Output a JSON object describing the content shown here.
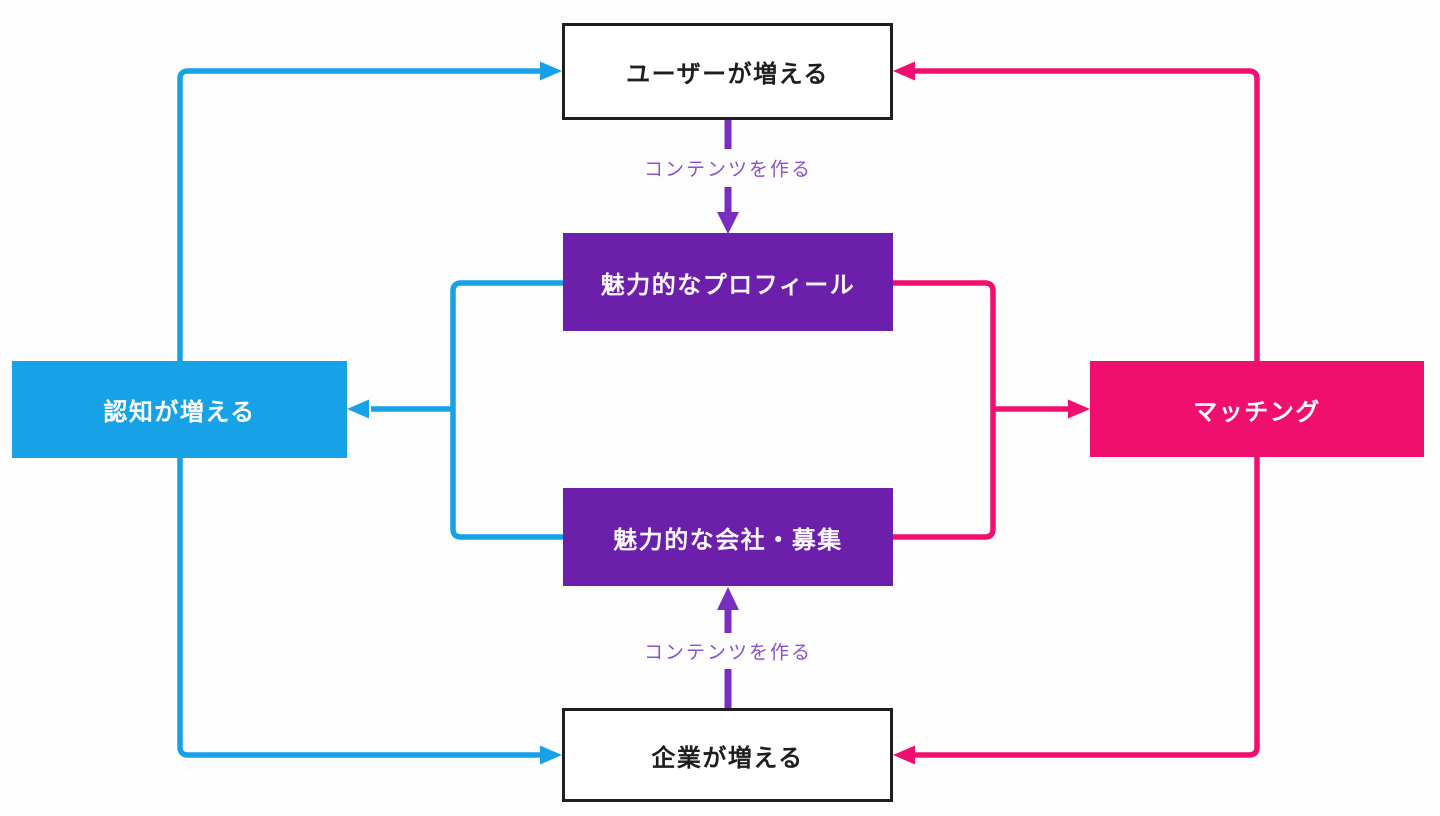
{
  "diagram": {
    "nodes": {
      "users": {
        "label": "ユーザーが増える"
      },
      "profile": {
        "label": "魅力的なプロフィール"
      },
      "awareness": {
        "label": "認知が増える"
      },
      "matching": {
        "label": "マッチング"
      },
      "company": {
        "label": "魅力的な会社・募集"
      },
      "companies": {
        "label": "企業が増える"
      }
    },
    "edge_labels": {
      "create_content_top": "コンテンツを作る",
      "create_content_bottom": "コンテンツを作る"
    },
    "edges": [
      {
        "from": "awareness",
        "to": "users",
        "color": "blue"
      },
      {
        "from": "awareness",
        "to": "companies",
        "color": "blue"
      },
      {
        "from": "profile",
        "to": "awareness",
        "color": "blue"
      },
      {
        "from": "company",
        "to": "awareness",
        "color": "blue"
      },
      {
        "from": "users",
        "to": "profile",
        "color": "purple",
        "label": "コンテンツを作る"
      },
      {
        "from": "companies",
        "to": "company",
        "color": "purple",
        "label": "コンテンツを作る"
      },
      {
        "from": "profile",
        "to": "matching",
        "color": "pink"
      },
      {
        "from": "company",
        "to": "matching",
        "color": "pink"
      },
      {
        "from": "matching",
        "to": "users",
        "color": "pink"
      },
      {
        "from": "matching",
        "to": "companies",
        "color": "pink"
      }
    ],
    "colors": {
      "blue": "#17A2E8",
      "pink": "#F00E6E",
      "purple_box": "#6C1FAB",
      "purple_arrow": "#7A2EC0",
      "purple_label": "#8B52CE",
      "box_border": "#1E1E1E",
      "background": "#FDFDFE"
    }
  }
}
